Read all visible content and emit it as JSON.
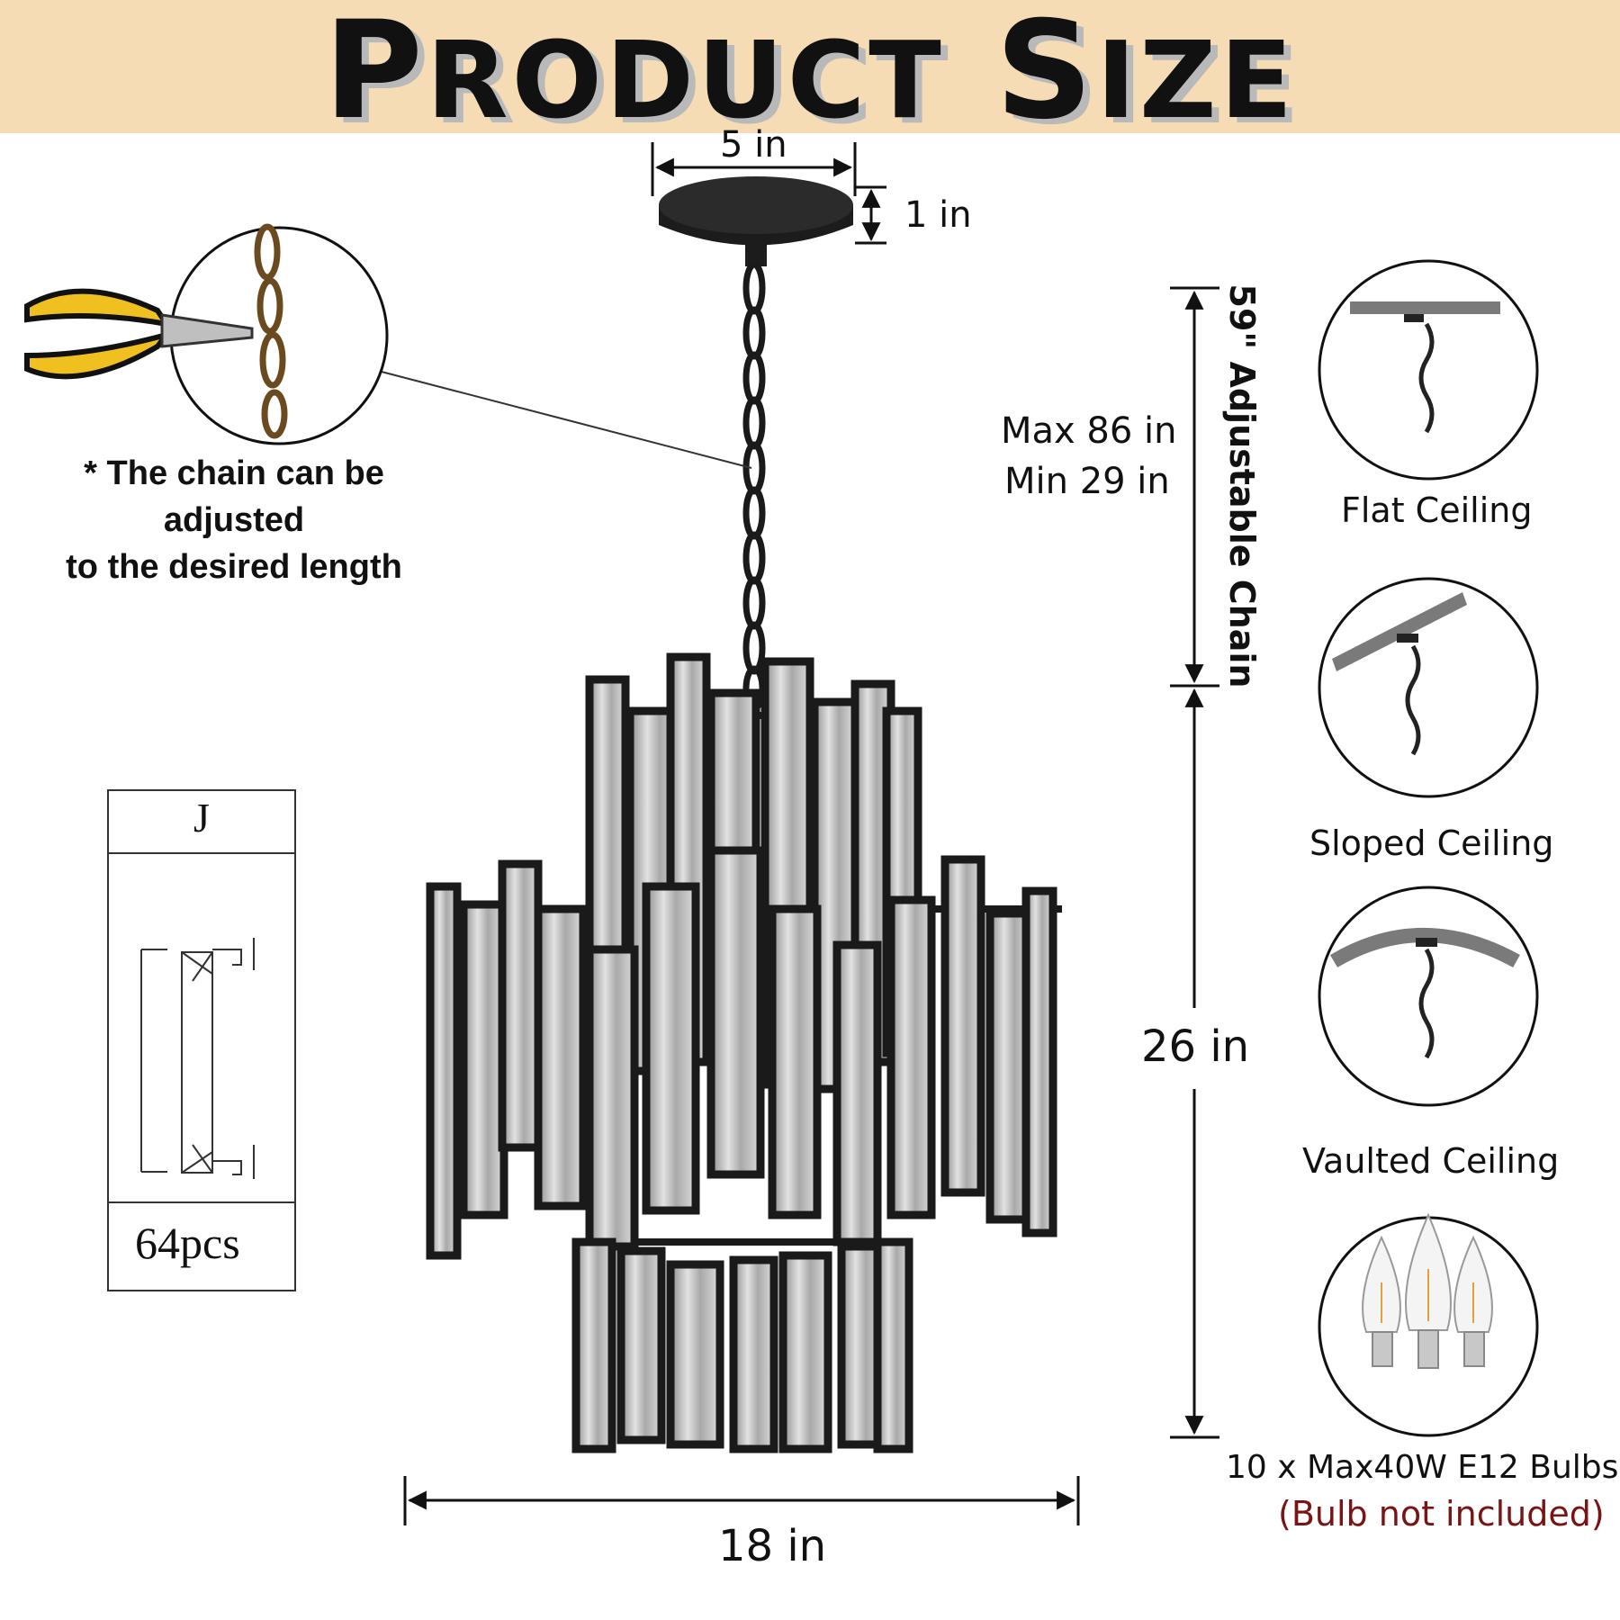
{
  "header": {
    "title_first_letter": "P",
    "title_rest": "RODUCT",
    "title_second_letter": "S",
    "title_second_rest": "IZE"
  },
  "dimensions": {
    "canopy_width": "5 in",
    "canopy_height": "1 in",
    "chain_label": "59\" Adjustable Chain",
    "max_height": "Max 86 in",
    "min_height": "Min 29 in",
    "body_height": "26 in",
    "body_width": "18 in"
  },
  "chain_note": {
    "line1": "* The chain can be adjusted",
    "line2": "to the desired length"
  },
  "crystal_spec": {
    "code": "J",
    "quantity": "64pcs"
  },
  "ceilings": [
    {
      "label": "Flat Ceiling",
      "icon": "flat-ceiling-icon"
    },
    {
      "label": "Sloped Ceiling",
      "icon": "sloped-ceiling-icon"
    },
    {
      "label": "Vaulted Ceiling",
      "icon": "vaulted-ceiling-icon"
    }
  ],
  "bulbs": {
    "spec": "10 x Max40W E12 Bulbs",
    "note": "(Bulb not included)",
    "note_color": "#7a1414"
  },
  "colors": {
    "banner": "#f5dcb4",
    "frame": "#1a1a1a",
    "crystal": "#c9c9c9"
  }
}
